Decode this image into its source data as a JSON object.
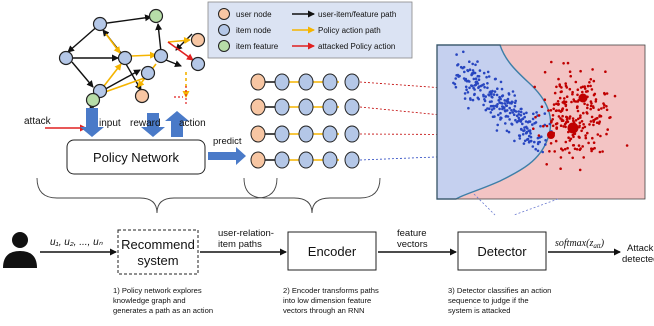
{
  "legend": {
    "user_node": "user node",
    "item_node": "item node",
    "item_feature": "item feature",
    "user_item_path": "user-item/feature path",
    "policy_path": "Policy action path",
    "attacked_path": "attacked Policy action"
  },
  "graph_labels": {
    "attack": "attack",
    "input": "input",
    "reward": "reward",
    "action": "action"
  },
  "policy_network": "Policy Network",
  "predict": "predict",
  "pipeline": {
    "users": "u₁, u₂, ..., uₙ",
    "recommend_line1": "Recommend",
    "recommend_line2": "system",
    "paths_label_line1": "user-relation-",
    "paths_label_line2": "item paths",
    "encoder": "Encoder",
    "feature_line1": "feature",
    "feature_line2": "vectors",
    "detector": "Detector",
    "softmax": "softmax(z",
    "softmax_sub": "att",
    "softmax_end": ")",
    "attack_detected_line1": "Attack",
    "attack_detected_line2": "detected"
  },
  "captions": {
    "c1": [
      "1) Policy network explores",
      "knowledge graph and",
      "generates a path as an action"
    ],
    "c2": [
      "2) Encoder transforms paths",
      "into low dimension feature",
      "vectors through an RNN"
    ],
    "c3": [
      "3) Detector classifies an action",
      "sequence to judge if the",
      "system is attacked"
    ]
  },
  "colors": {
    "user": "#f7c6a3",
    "item": "#b4c7e7",
    "feature": "#b7dda8",
    "policy_arrow": "#f5b400",
    "attack_arrow": "#e02020",
    "block_arrow": "#4a7ac8",
    "legend_bg": "#dbe3f3",
    "blue_region": "#c5d0ef",
    "red_region": "#f3c4c4",
    "blue_dots": "#2846c0",
    "red_dots": "#c00000"
  }
}
